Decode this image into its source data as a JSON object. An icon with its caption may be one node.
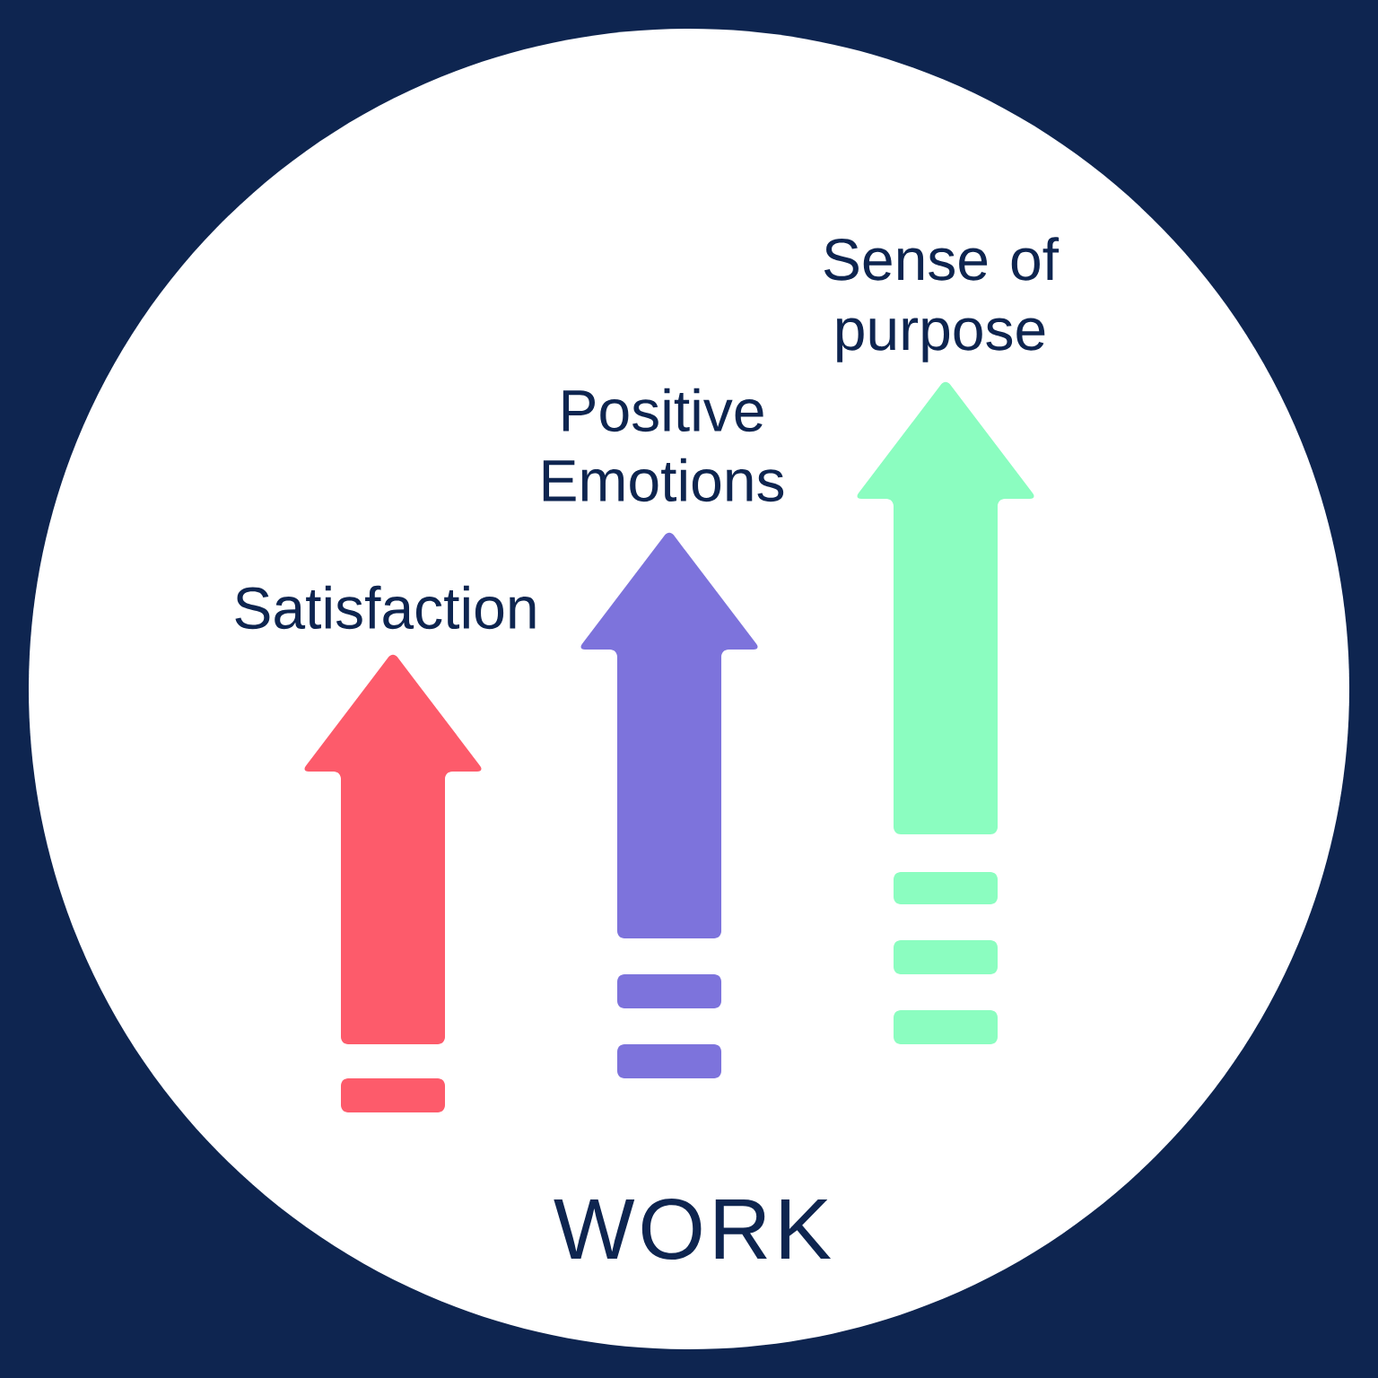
{
  "diagram": {
    "labels": [
      "Satisfaction",
      "Positive Emotions",
      "Sense of purpose",
      "WORK"
    ]
  }
}
